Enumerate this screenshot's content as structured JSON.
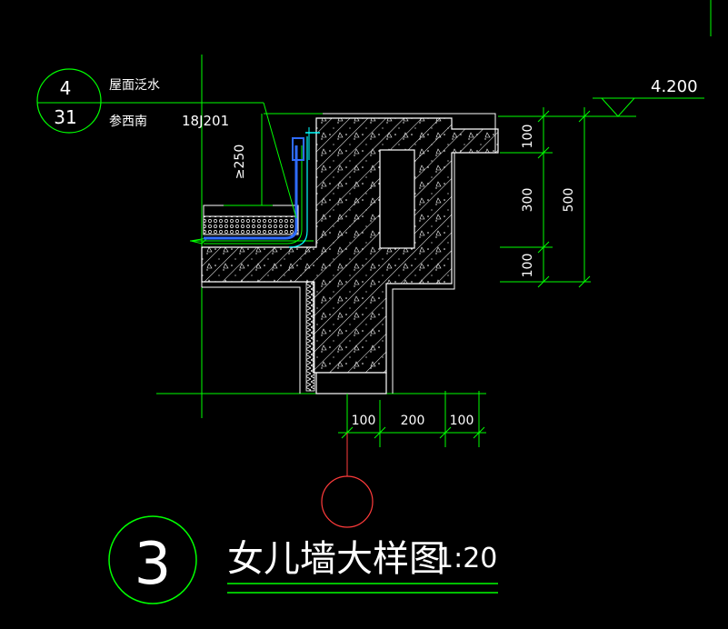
{
  "colors": {
    "background": "#000000",
    "green": "#00ff00",
    "white": "#ffffff",
    "cyan": "#00ffff",
    "blue": "#2f6cff",
    "red": "#ff3b3b"
  },
  "callout": {
    "detail_number": "4",
    "sheet_number": "31",
    "line1": "屋面泛水",
    "line2_prefix": "参西南",
    "line2_ref": "18J201"
  },
  "elevation": {
    "value": "4.200"
  },
  "dims": {
    "min_height": "≥250",
    "right_top": "100",
    "right_mid": "300",
    "right_bottom": "100",
    "right_total": "500",
    "bottom_left": "100",
    "bottom_mid": "200",
    "bottom_right": "100"
  },
  "title": {
    "number": "3",
    "text": "女儿墙大样图",
    "scale": "1:20"
  }
}
